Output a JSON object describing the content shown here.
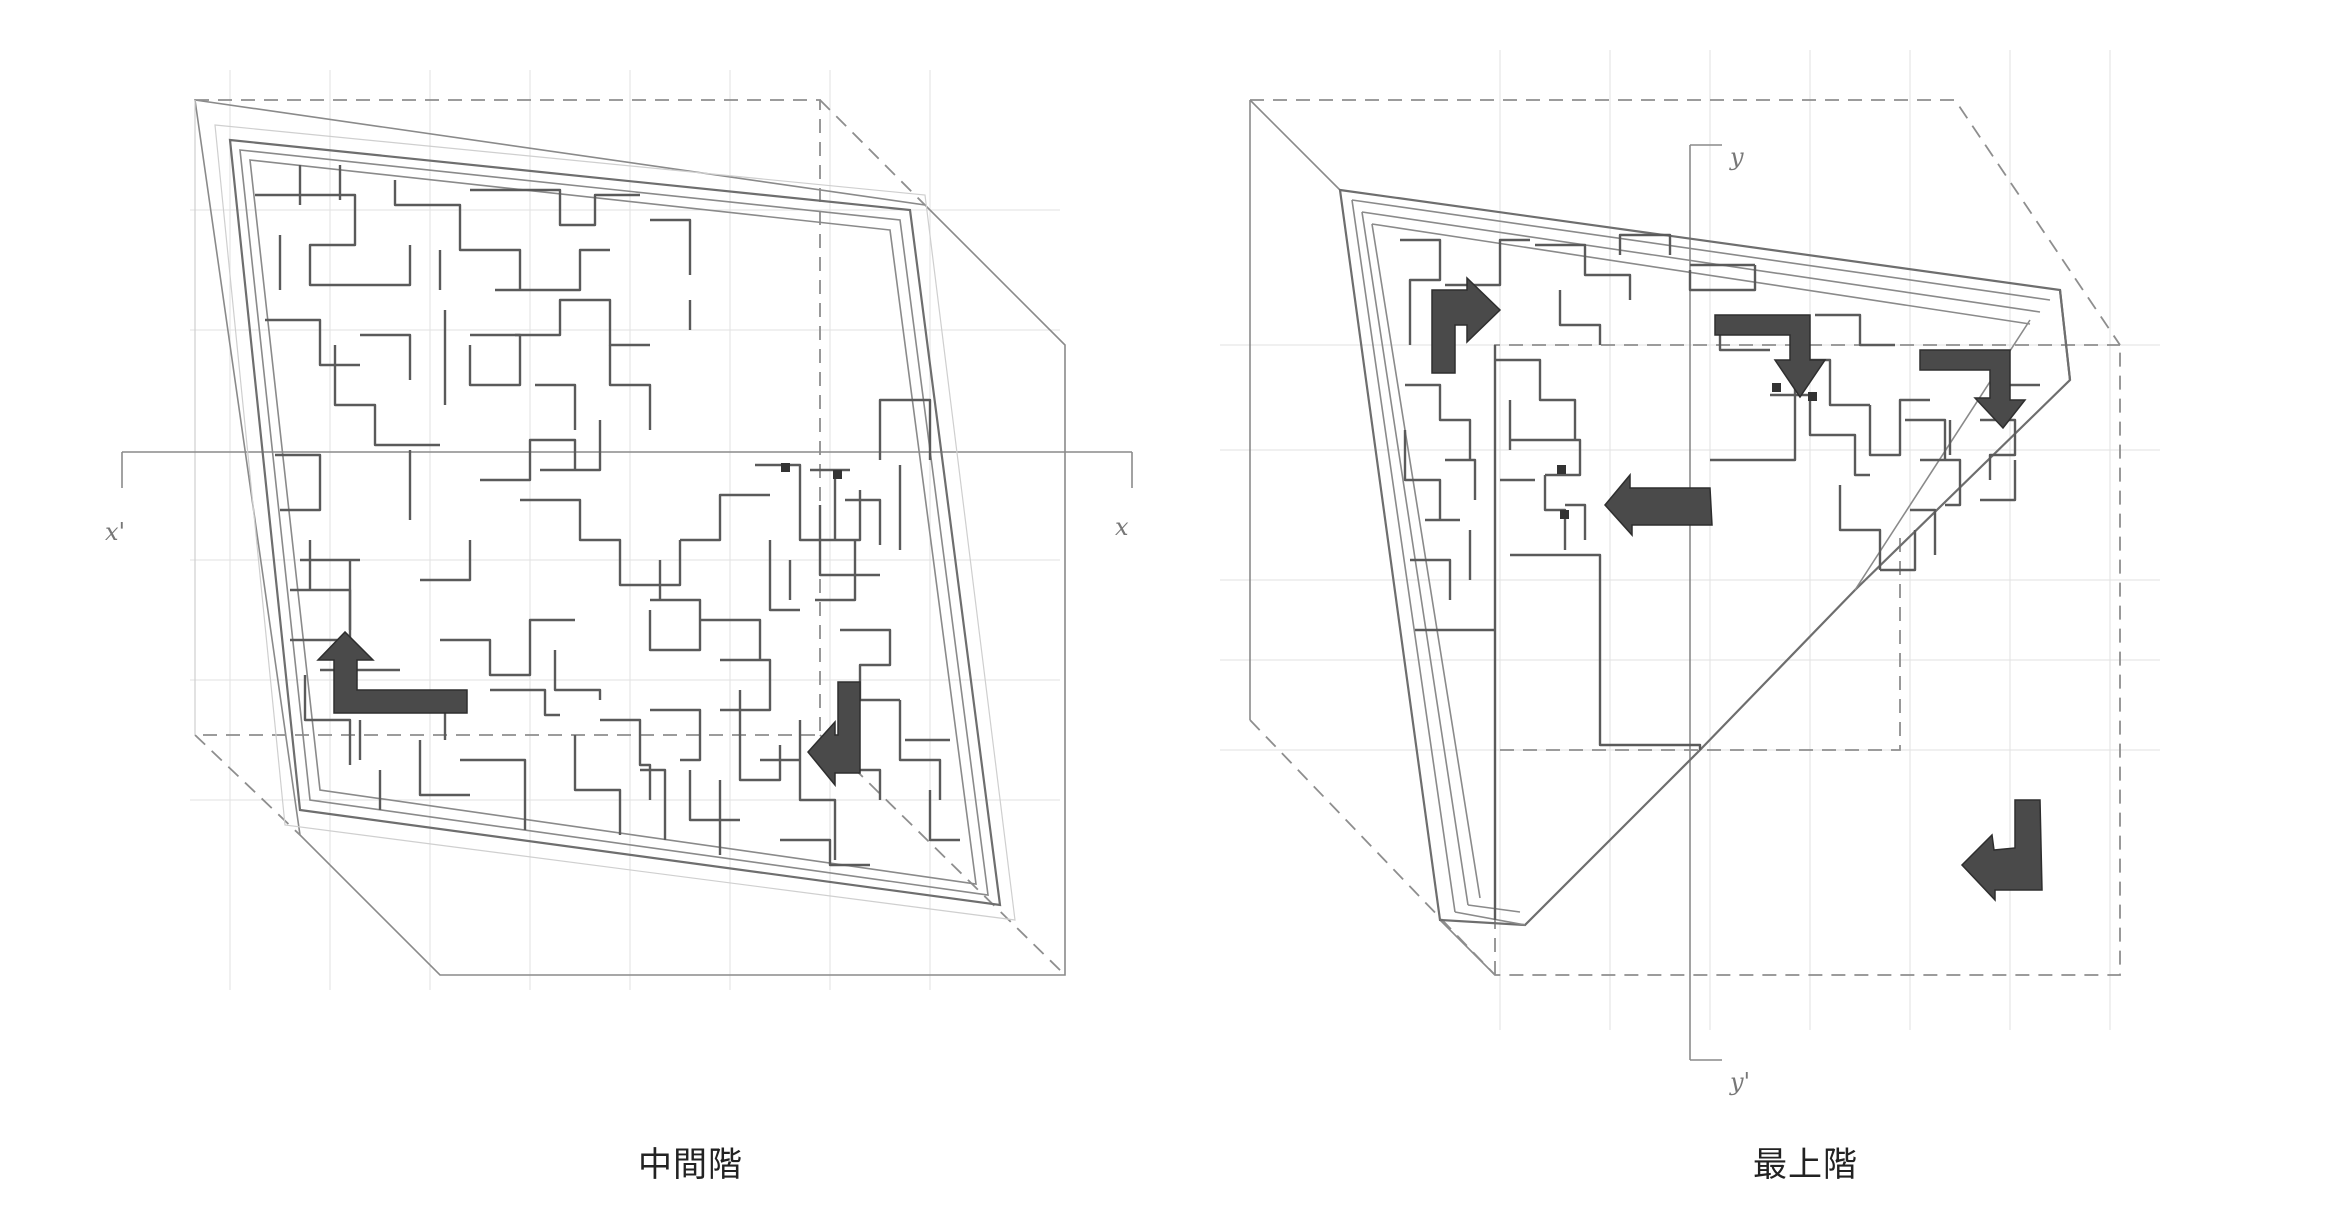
{
  "panels": [
    {
      "caption": "中間階",
      "axis_left": "x'",
      "axis_right": "x"
    },
    {
      "caption": "最上階",
      "axis_top": "y",
      "axis_bottom": "y'"
    }
  ]
}
